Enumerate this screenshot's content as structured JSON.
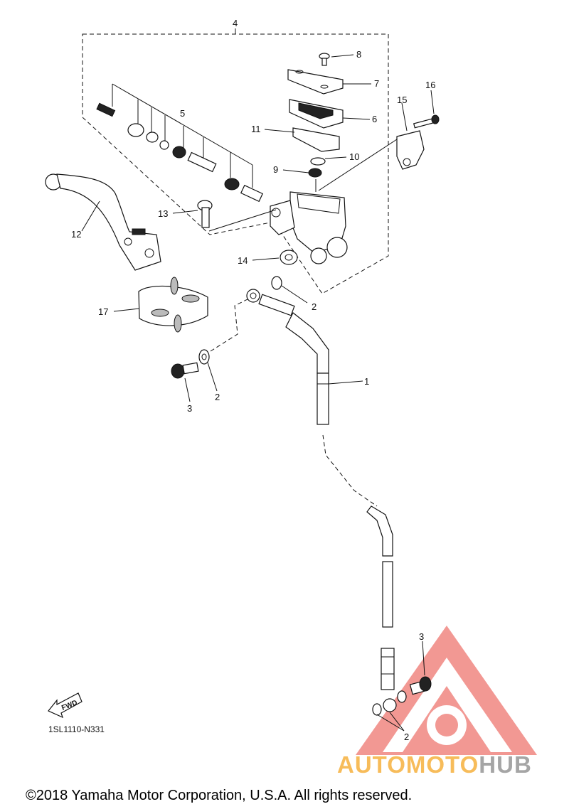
{
  "diagram": {
    "callouts": [
      "1",
      "2",
      "2",
      "2",
      "3",
      "3",
      "4",
      "5",
      "6",
      "7",
      "8",
      "9",
      "10",
      "11",
      "12",
      "13",
      "14",
      "15",
      "16",
      "17"
    ],
    "fwd_label": "FWD",
    "drawing_code": "1SL1110-N331"
  },
  "watermark": {
    "text_part1": "AUTOMOTO",
    "text_part2": "HUB",
    "colors": {
      "orange": "#f5a623",
      "red": "#e8453c",
      "gray": "#888888"
    }
  },
  "footer": {
    "copyright": "©2018 Yamaha Motor Corporation, U.S.A. All rights reserved."
  }
}
